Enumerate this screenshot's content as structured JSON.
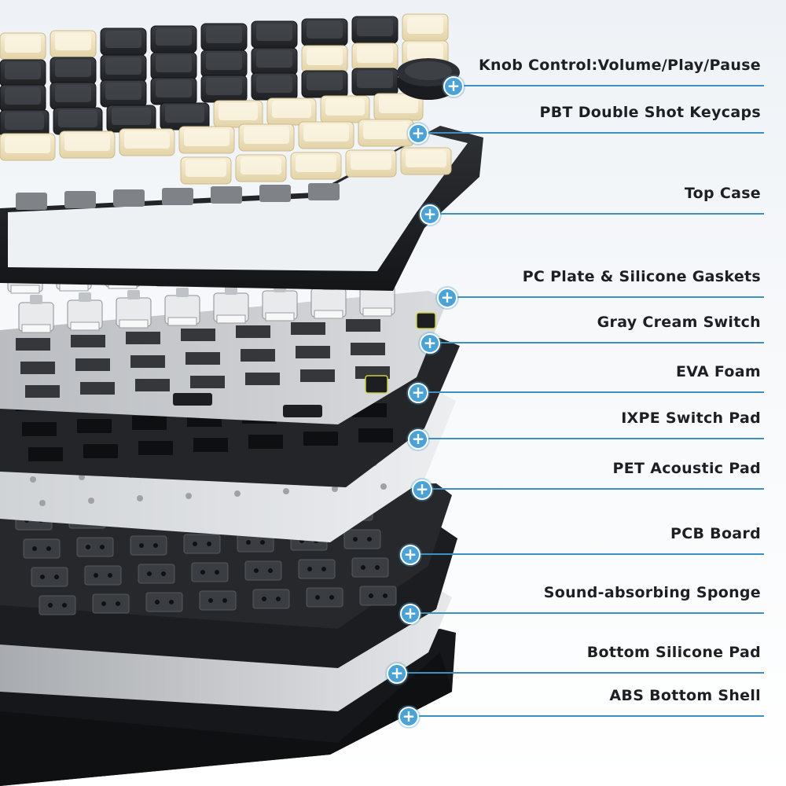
{
  "diagram": {
    "layers": [
      {
        "key": "knob",
        "label": "Knob Control:Volume/Play/Pause"
      },
      {
        "key": "keycaps",
        "label": "PBT Double Shot Keycaps"
      },
      {
        "key": "top_case",
        "label": "Top Case"
      },
      {
        "key": "pc_plate",
        "label": "PC Plate & Silicone Gaskets"
      },
      {
        "key": "switch",
        "label": "Gray Cream Switch"
      },
      {
        "key": "eva_foam",
        "label": "EVA Foam"
      },
      {
        "key": "ixpe",
        "label": "IXPE Switch Pad"
      },
      {
        "key": "pet",
        "label": "PET Acoustic Pad"
      },
      {
        "key": "pcb",
        "label": "PCB Board"
      },
      {
        "key": "sponge",
        "label": "Sound-absorbing Sponge"
      },
      {
        "key": "silicone_pad",
        "label": "Bottom Silicone Pad"
      },
      {
        "key": "bottom_shell",
        "label": "ABS Bottom Shell"
      }
    ],
    "colors": {
      "accent": "#4aa2d6",
      "leader": "#3d8fc4",
      "case_black": "#1f2124",
      "keycap_black": "#2b2e33",
      "keycap_cream": "#efe3c4",
      "plate_gray": "#c9ccd0",
      "pet_light": "#dfe2e5"
    }
  }
}
